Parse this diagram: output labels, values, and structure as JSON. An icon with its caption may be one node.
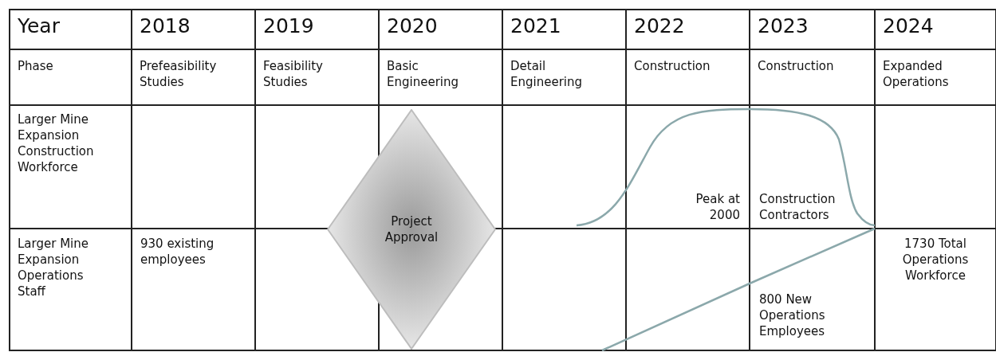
{
  "diagram": {
    "nodes": [
      {
        "text": [
          "Project Approval"
        ]
      }
    ],
    "labels": [
      "Year",
      "2018",
      "2019",
      "2020",
      "2021",
      "2022",
      "2023",
      "2024",
      "Phase",
      "Prefeasibility Studies",
      "Feasibility Studies",
      "Basic Engineering",
      "Detail Engineering",
      "Construction",
      "Construction",
      "Expanded Operations",
      "Larger Mine Expansion Construction Workforce",
      "Peak at 2000",
      "Construction Contractors",
      "Larger Mine Expansion Operations Staff",
      "930 existing employees",
      "1730 Total Operations Workforce",
      "800 New Operations Employees"
    ]
  }
}
